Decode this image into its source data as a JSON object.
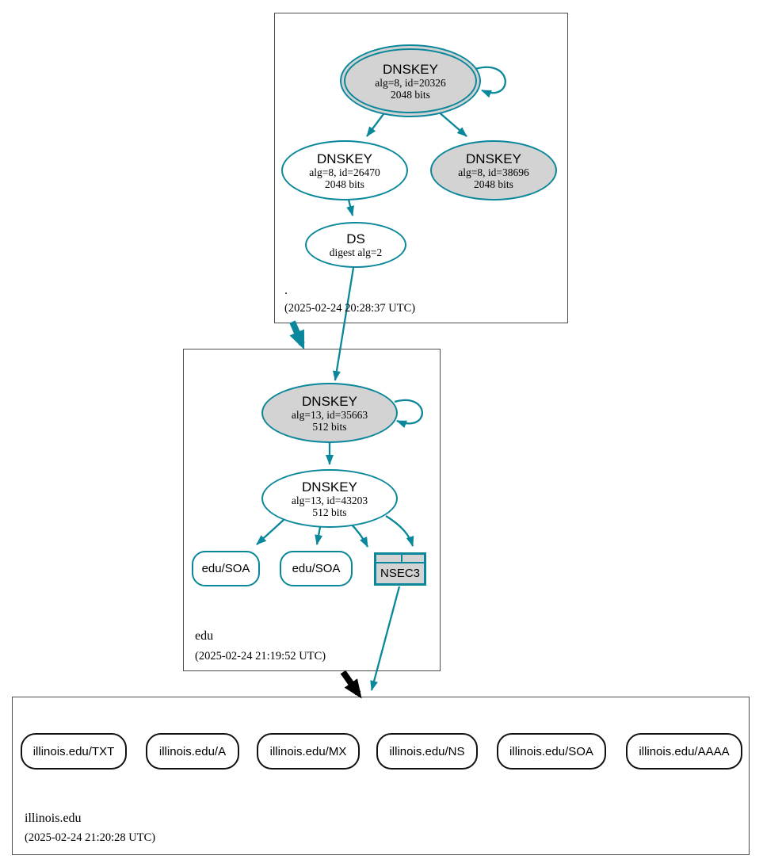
{
  "colors": {
    "teal": "#0a879a",
    "black": "#000000",
    "node_fill_gray": "#d3d3d3",
    "node_fill_white": "#ffffff",
    "zone_box_border": "#4c4c4c"
  },
  "zones": {
    "root": {
      "label": ".",
      "timestamp": "(2025-02-24 20:28:37 UTC)",
      "ksk": {
        "title": "DNSKEY",
        "alg": "alg=8, id=20326",
        "bits": "2048 bits"
      },
      "zsk": {
        "title": "DNSKEY",
        "alg": "alg=8, id=26470",
        "bits": "2048 bits"
      },
      "key2": {
        "title": "DNSKEY",
        "alg": "alg=8, id=38696",
        "bits": "2048 bits"
      },
      "ds": {
        "title": "DS",
        "detail": "digest alg=2"
      }
    },
    "edu": {
      "label": "edu",
      "timestamp": "(2025-02-24 21:19:52 UTC)",
      "ksk": {
        "title": "DNSKEY",
        "alg": "alg=13, id=35663",
        "bits": "512 bits"
      },
      "zsk": {
        "title": "DNSKEY",
        "alg": "alg=13, id=43203",
        "bits": "512 bits"
      },
      "soa1": {
        "label": "edu/SOA"
      },
      "soa2": {
        "label": "edu/SOA"
      },
      "nsec3": {
        "label": "NSEC3"
      }
    },
    "illinois": {
      "label": "illinois.edu",
      "timestamp": "(2025-02-24 21:20:28 UTC)",
      "rrsets": [
        "illinois.edu/TXT",
        "illinois.edu/A",
        "illinois.edu/MX",
        "illinois.edu/NS",
        "illinois.edu/SOA",
        "illinois.edu/AAAA"
      ]
    }
  }
}
